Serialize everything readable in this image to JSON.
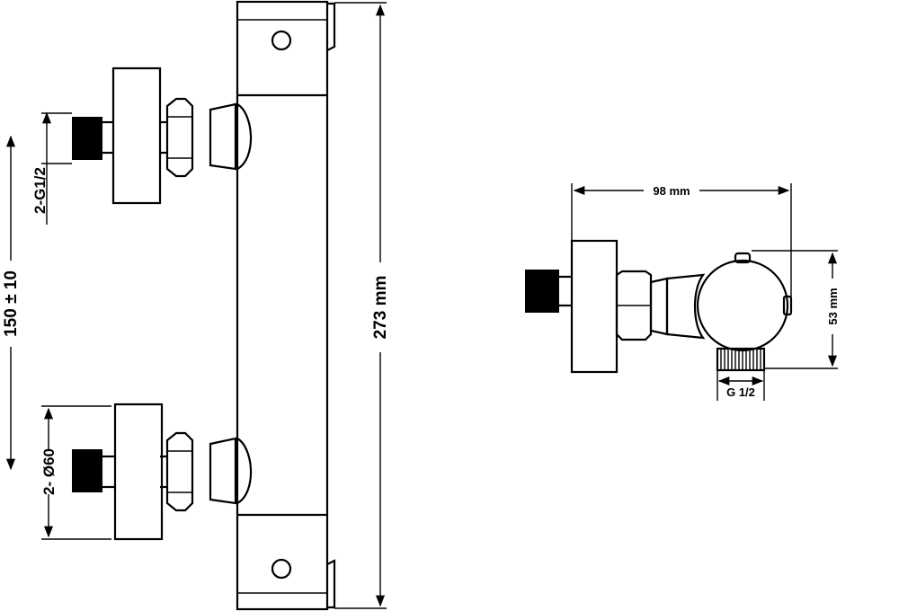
{
  "dimensions": {
    "thread_inlets": "2-G1/2",
    "inlet_spacing": "150 ± 10",
    "flange_diameter": "2- Ø60",
    "body_height": "273 mm",
    "depth": "98 mm",
    "body_diameter": "53 mm",
    "outlet_thread": "G 1/2"
  },
  "colors": {
    "line": "#000000",
    "background": "#ffffff"
  }
}
